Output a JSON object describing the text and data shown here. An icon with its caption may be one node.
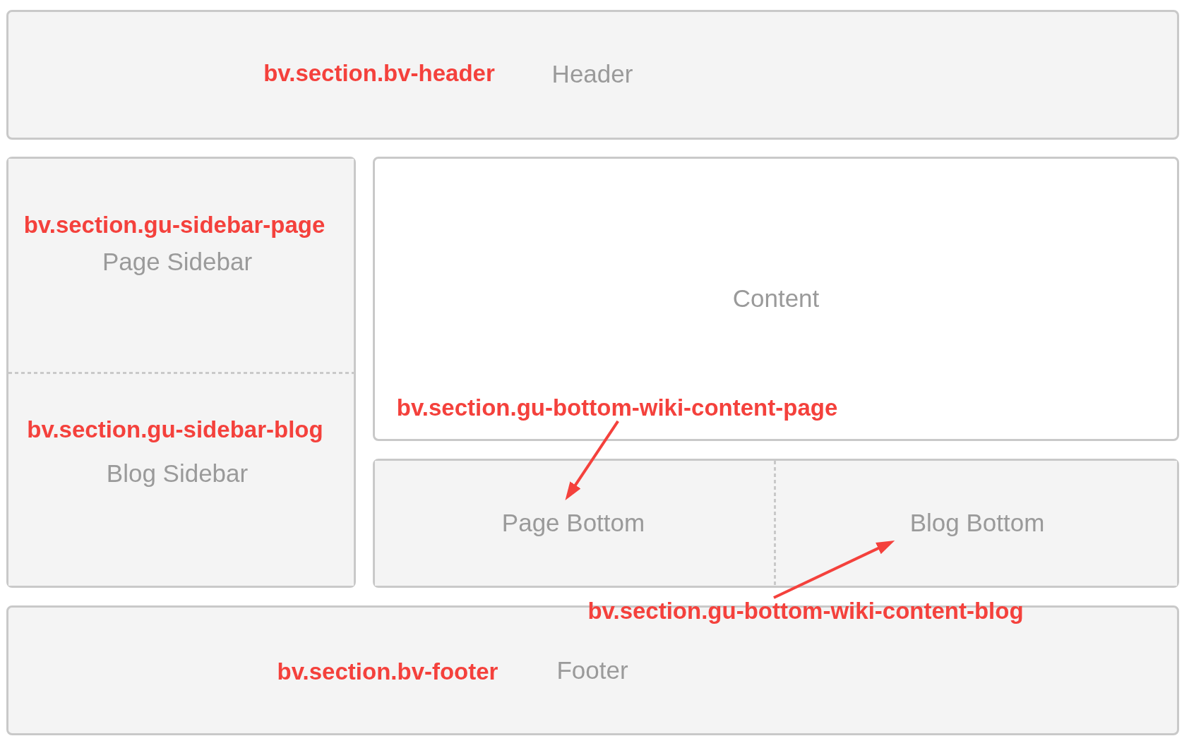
{
  "diagram": {
    "nodes": [
      {
        "text": [
          "bv.section.bv-header",
          "Header"
        ]
      },
      {
        "text": [],
        "shape": "box"
      },
      {
        "text": [
          "bv.section.gu-sidebar-page",
          "Page Sidebar"
        ],
        "in": 1
      },
      {
        "text": [
          "bv.section.gu-sidebar-blog",
          "Blog Sidebar"
        ],
        "in": 1
      },
      {
        "text": [
          "Content"
        ]
      },
      {
        "text": [
          "bv.section.gu-bottom-wiki-content-page"
        ],
        "in": 4
      },
      {
        "text": [],
        "shape": "box"
      },
      {
        "text": [
          "Page Bottom"
        ],
        "in": 6
      },
      {
        "text": [
          "Blog Bottom"
        ],
        "in": 6
      },
      {
        "text": [
          "bv.section.gu-bottom-wiki-content-blog"
        ]
      },
      {
        "text": [
          "bv.section.bv-footer",
          "Footer"
        ]
      }
    ],
    "edges": [
      {
        "from": 5,
        "to": 7,
        "arrow": "to"
      },
      {
        "from": 9,
        "to": 8,
        "arrow": "to"
      }
    ]
  }
}
